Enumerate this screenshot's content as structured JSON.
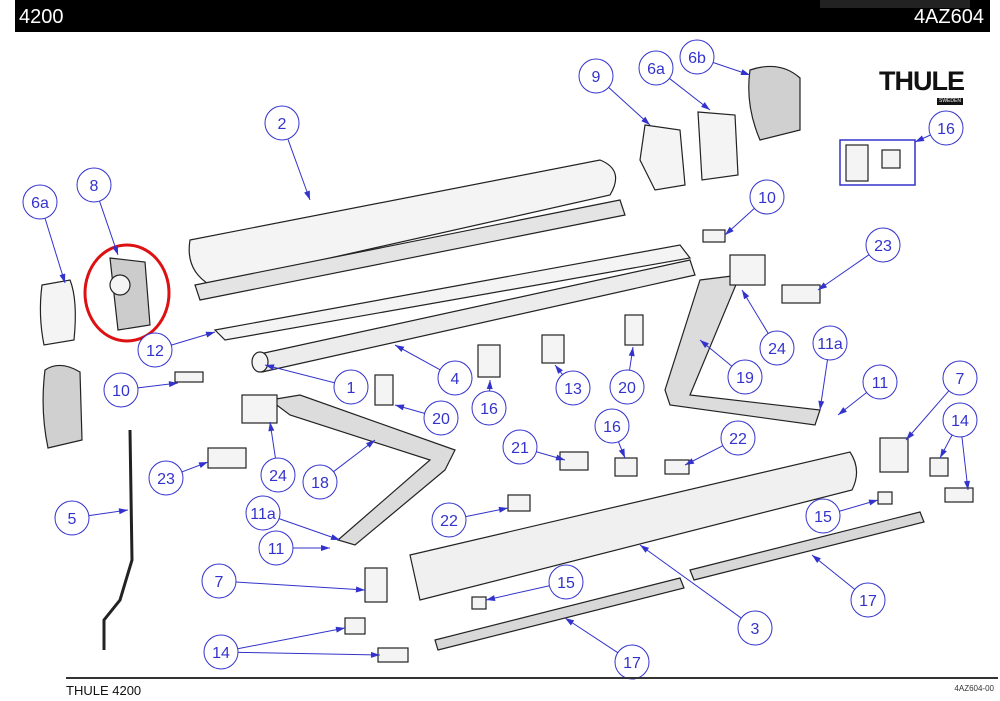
{
  "header": {
    "model": "4200",
    "drawing_code": "4AZ604"
  },
  "logo": {
    "brand": "THULE",
    "sub": "SWEDEN"
  },
  "footer": {
    "title": "THULE 4200",
    "ref": "4AZ604-00"
  },
  "highlight": {
    "part": "8",
    "color": "#dd1111"
  },
  "colors": {
    "callout": "#3333cc"
  },
  "callouts": [
    "2",
    "6a",
    "8",
    "9",
    "6a",
    "6b",
    "16",
    "10",
    "23",
    "12",
    "1",
    "4",
    "16",
    "13",
    "20",
    "19",
    "24",
    "11a",
    "11",
    "7",
    "14",
    "10",
    "20",
    "24",
    "18",
    "23",
    "21",
    "16",
    "22",
    "5",
    "11a",
    "11",
    "22",
    "15",
    "7",
    "15",
    "17",
    "3",
    "14",
    "17"
  ]
}
